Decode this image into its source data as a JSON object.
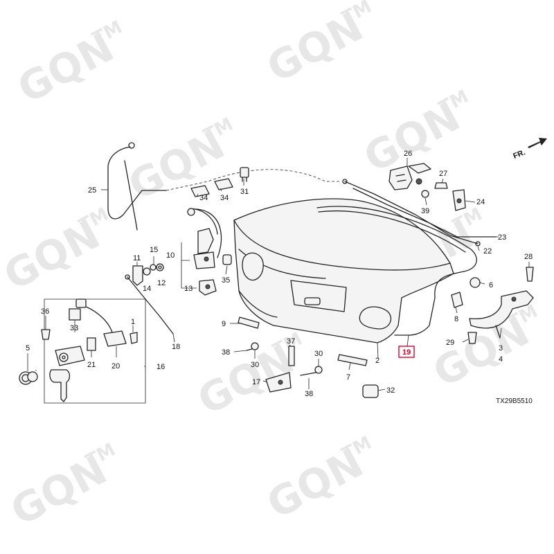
{
  "watermark": {
    "brand": "GQN",
    "tm": "TM"
  },
  "direction": {
    "label": "FR."
  },
  "drawing_code": "TX29B5510",
  "callouts": {
    "c1": "1",
    "c2": "2",
    "c3": "3",
    "c4": "4",
    "c5": "5",
    "c6": "6",
    "c7": "7",
    "c8": "8",
    "c9": "9",
    "c10": "10",
    "c11": "11",
    "c12": "12",
    "c13": "13",
    "c14": "14",
    "c15": "15",
    "c16": "16",
    "c17": "17",
    "c18": "18",
    "c19": "19",
    "c20": "20",
    "c21": "21",
    "c22": "22",
    "c23": "23",
    "c24": "24",
    "c25": "25",
    "c26": "26",
    "c27": "27",
    "c28": "28",
    "c29": "29",
    "c30a": "30",
    "c30b": "30",
    "c31": "31",
    "c32": "32",
    "c33": "33",
    "c34a": "34",
    "c34b": "34",
    "c35": "35",
    "c36": "36",
    "c37": "37",
    "c38a": "38",
    "c38b": "38",
    "c39": "39"
  },
  "highlight": {
    "part": "19",
    "color": "#e0002a"
  }
}
